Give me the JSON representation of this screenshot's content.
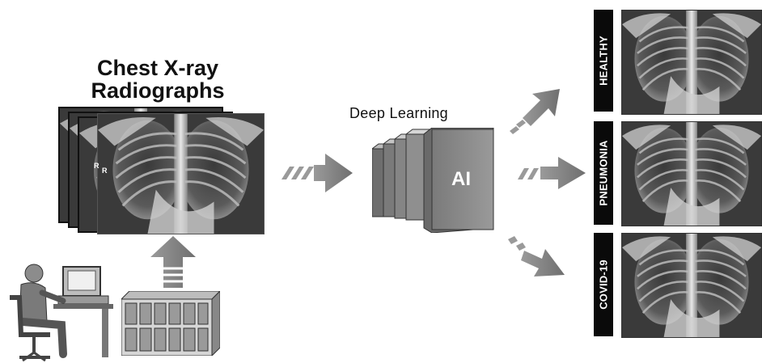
{
  "input_title_line1": "Chest X-ray",
  "input_title_line2": "Radiographs",
  "model_label": "Deep Learning",
  "model_badge": "AI",
  "outputs": [
    {
      "label": "HEALTHY"
    },
    {
      "label": "PNEUMONIA"
    },
    {
      "label": "COVID-19"
    }
  ],
  "xray_markers": [
    "R",
    "R"
  ],
  "icons": [
    "person-at-computer-icon",
    "server-rack-icon",
    "dashed-arrow-icon",
    "deep-learning-stack-icon"
  ],
  "colors": {
    "arrow": "#8a8a8a",
    "xray_dark": "#2a2a2a",
    "label_bg": "#0a0a0a"
  }
}
